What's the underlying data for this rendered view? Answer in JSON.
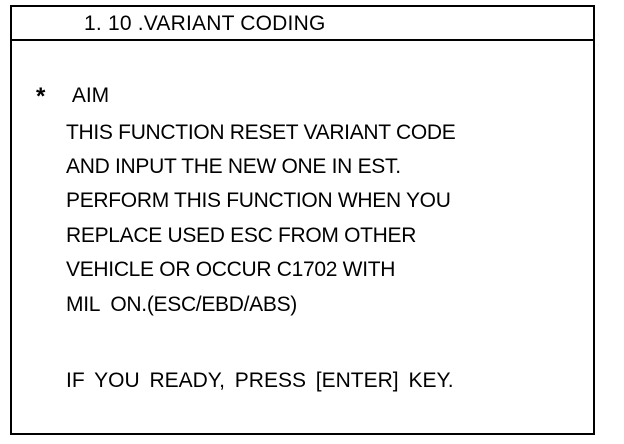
{
  "screen": {
    "title": "1. 10 .VARIANT CODING",
    "aim": {
      "bullet_icon": "asterisk-icon",
      "bullet_glyph": "*",
      "label": "AIM"
    },
    "description_lines": [
      "THIS FUNCTION RESET VARIANT CODE",
      "AND INPUT THE NEW ONE IN EST.",
      "PERFORM THIS FUNCTION WHEN YOU",
      "REPLACE USED ESC FROM OTHER",
      "VEHICLE OR OCCUR C1702 WITH",
      "MIL  ON.(ESC/EBD/ABS)"
    ],
    "prompt": "IF YOU READY, PRESS [ENTER] KEY."
  }
}
